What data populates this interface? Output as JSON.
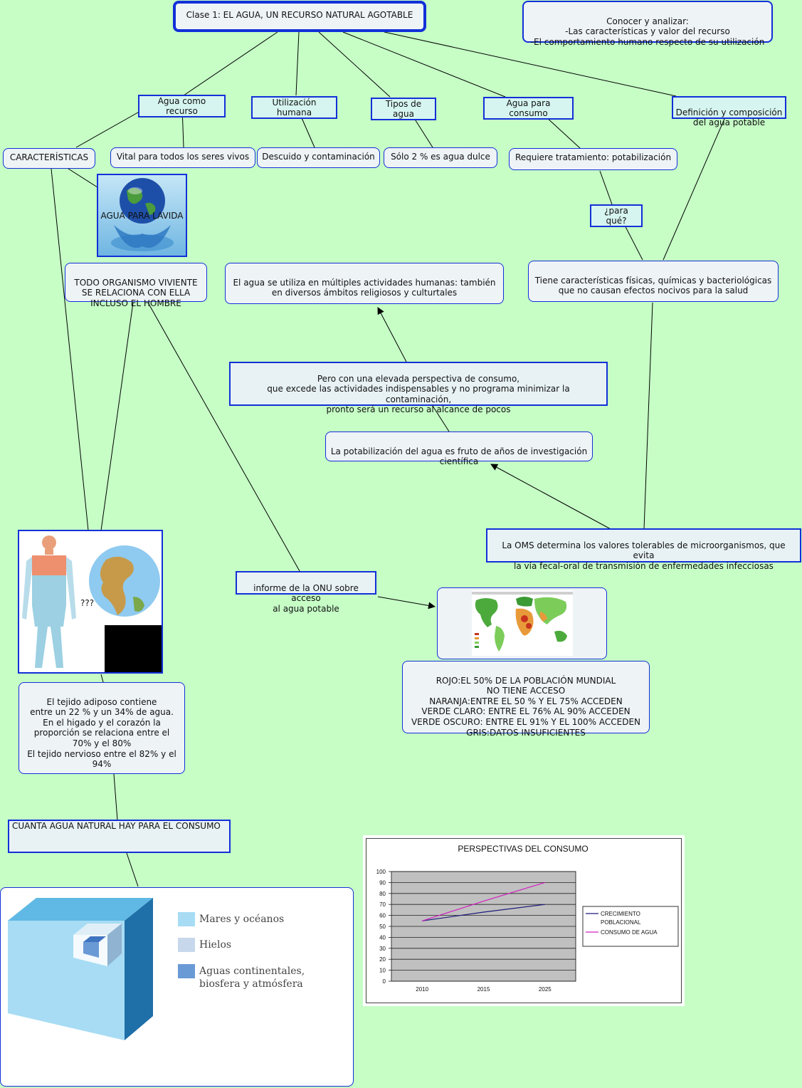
{
  "title": "Clase 1: EL AGUA, UN RECURSO NATURAL AGOTABLE",
  "objectives": "Conocer y analizar:\n-Las características y valor del recurso\n-El comportamiento humano respecto de su utilización",
  "labels": {
    "recurso": "Agua como recurso",
    "utilizacion": "Utilización humana",
    "tipos": "Tipos de agua",
    "consumo": "Agua para consumo",
    "definicion": "Definición y composición\ndel agua potable",
    "para_que": "¿para qué?",
    "onu": "informe de la ONU sobre acceso\nal agua potable",
    "oms": "La OMS determina los valores tolerables de microorganismos, que evita\nla vía fecal-oral de transmisión de enfermedades infecciosas",
    "perspectiva": "Pero con una elevada perspectiva de consumo,\nque excede las actividades indispensables y no programa minimizar la contaminación,\npronto será un recurso al alcance de pocos",
    "cuanta": "CUANTA AGUA NATURAL HAY PARA EL CONSUMO"
  },
  "boxes": {
    "caracteristicas": "CARACTERÍSTICAS",
    "vital": "Vital para todos los seres vivos",
    "descuido": "Descuido y contaminación",
    "dulce": "Sólo 2 % es agua dulce",
    "tratamiento": "Requiere tratamiento: potabilización",
    "organismo": "TODO ORGANISMO VIVIENTE\nSE RELACIONA CON ELLA\nINCLUSO EL HOMBRE",
    "actividades": "El agua se utiliza en múltiples actividades humanas: también\nen diversos ámbitos  religiosos y culturtales",
    "propiedades": "Tiene características físicas, químicas y bacteriológicas\nque no causan efectos nocivos para la salud",
    "investigacion": "La potabilización del agua es fruto de años de investigación\ncientífica",
    "tejido": "El tejido adiposo contiene\nentre un 22 % y un 34% de agua.\nEn el higado y el corazón la\nproporción se relaciona entre el\n70% y el 80%\nEl tejido nervioso entre el 82% y el\n94%",
    "mapa_leyenda": "ROJO:EL 50% DE LA POBLACIÓN MUNDIAL\nNO TIENE ACCESO\nNARANJA:ENTRE EL 50 % Y EL 75% ACCEDEN\nVERDE CLARO: ENTRE EL 76% AL 90% ACCEDEN\nVERDE OSCURO: ENTRE EL 91% Y EL 100% ACCEDEN\nGRIS:DATOS INSUFICIENTES"
  },
  "images": {
    "earth_caption": "AGUA PARA LAVIDA",
    "human_caption": "???"
  },
  "cube_legend": {
    "mares": "Mares y océanos",
    "hielos": "Hielos",
    "continentales": "Aguas continentales,\nbiosfera y atmósfera"
  },
  "colors": {
    "accent": "#1230d8",
    "background": "#c6fec6",
    "box": "#eef3f6"
  },
  "chart_data": {
    "type": "line",
    "title": "PERSPECTIVAS DEL CONSUMO",
    "categories": [
      "2010",
      "2015",
      "2025"
    ],
    "ylim": [
      0,
      100
    ],
    "yticks": [
      0,
      10,
      20,
      30,
      40,
      50,
      60,
      70,
      80,
      90,
      100
    ],
    "series": [
      {
        "name": "CRECIMIENTO\nPOBLACIONAL",
        "color": "#1a1a7a",
        "values": [
          55,
          63,
          70
        ]
      },
      {
        "name": "CONSUMO DE AGUA",
        "color": "#d020c0",
        "values": [
          55,
          73,
          90
        ]
      }
    ],
    "grid": true,
    "legend": "right"
  }
}
